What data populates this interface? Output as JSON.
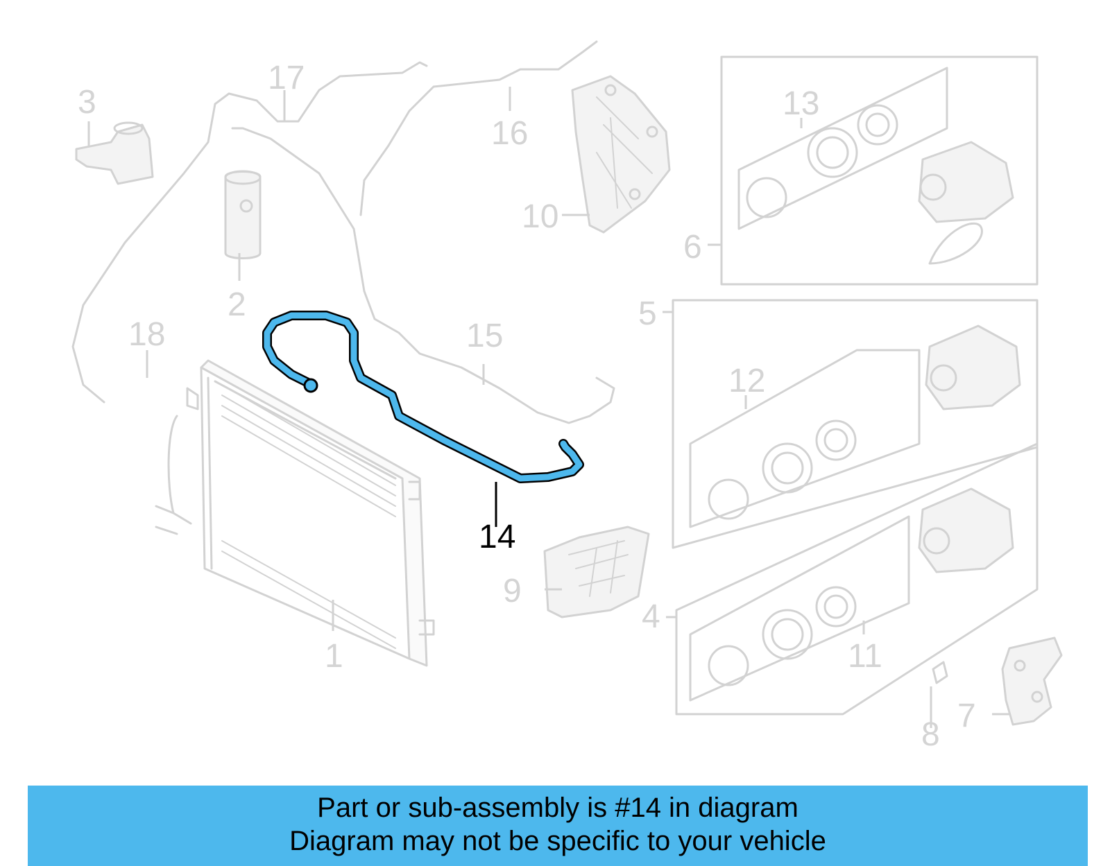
{
  "diagram": {
    "callouts": [
      {
        "id": "1",
        "label": "1"
      },
      {
        "id": "2",
        "label": "2"
      },
      {
        "id": "3",
        "label": "3"
      },
      {
        "id": "4",
        "label": "4"
      },
      {
        "id": "5",
        "label": "5"
      },
      {
        "id": "6",
        "label": "6"
      },
      {
        "id": "7",
        "label": "7"
      },
      {
        "id": "8",
        "label": "8"
      },
      {
        "id": "9",
        "label": "9"
      },
      {
        "id": "10",
        "label": "10"
      },
      {
        "id": "11",
        "label": "11"
      },
      {
        "id": "12",
        "label": "12"
      },
      {
        "id": "13",
        "label": "13"
      },
      {
        "id": "14",
        "label": "14"
      },
      {
        "id": "15",
        "label": "15"
      },
      {
        "id": "16",
        "label": "16"
      },
      {
        "id": "17",
        "label": "17"
      },
      {
        "id": "18",
        "label": "18"
      }
    ],
    "highlighted_part": "14",
    "highlight_color": "#4db8ed",
    "ghost_color": "#d2d2d2"
  },
  "banner": {
    "line1": "Part or sub-assembly is #14 in diagram",
    "line2": "Diagram may not be specific to your vehicle",
    "color": "#4db8ed"
  }
}
